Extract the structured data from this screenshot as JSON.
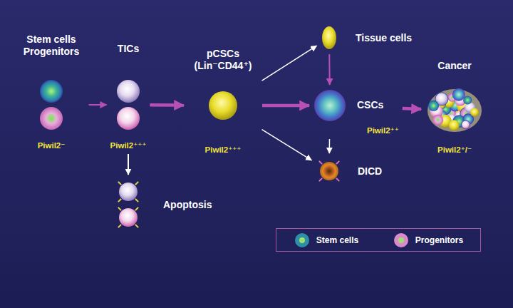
{
  "diagram": {
    "nodes": [
      {
        "text": [
          "Stem cells Progenitors",
          "Piwil2⁻"
        ]
      },
      {
        "text": [
          "TICs",
          "Piwil2⁺⁺⁺"
        ]
      },
      {
        "text": [
          "Apoptosis"
        ]
      },
      {
        "text": [
          "pCSCs (Lin⁻CD44⁺)",
          "Piwil2⁺⁺⁺"
        ]
      },
      {
        "text": [
          "Tissue cells"
        ]
      },
      {
        "text": [
          "CSCs",
          "Piwil2⁺⁺"
        ]
      },
      {
        "text": [
          "DICD"
        ]
      },
      {
        "text": [
          "Cancer",
          "Piwil2⁺/⁻"
        ]
      }
    ],
    "edges": [
      {
        "from": 0,
        "to": 1,
        "arrow": "to"
      },
      {
        "from": 1,
        "to": 2,
        "arrow": "to"
      },
      {
        "from": 1,
        "to": 3,
        "arrow": "to"
      },
      {
        "from": 3,
        "to": 4,
        "arrow": "to"
      },
      {
        "from": 3,
        "to": 5,
        "arrow": "to"
      },
      {
        "from": 3,
        "to": 6,
        "arrow": "to"
      },
      {
        "from": 4,
        "to": 5,
        "arrow": "to"
      },
      {
        "from": 5,
        "to": 6,
        "arrow": "to"
      },
      {
        "from": 5,
        "to": 7,
        "arrow": "to"
      }
    ],
    "legend": [
      {
        "text": "Stem cells",
        "color": "#2f8fa6"
      },
      {
        "text": "Progenitors",
        "color": "#d88acb"
      }
    ]
  }
}
